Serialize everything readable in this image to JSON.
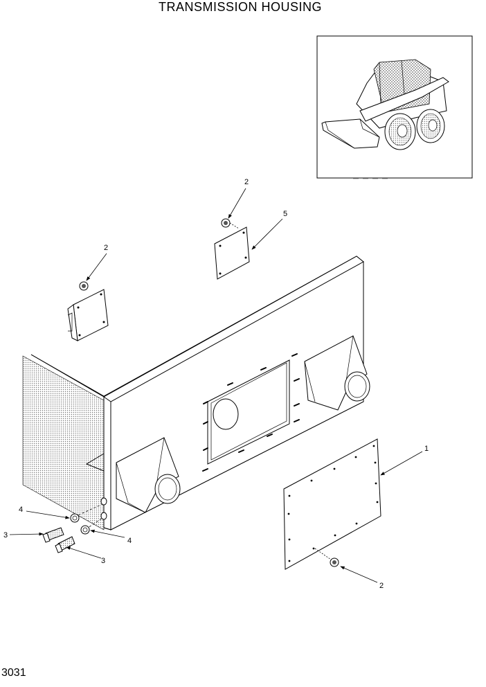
{
  "title": "TRANSMISSION HOUSING",
  "page_code": "3031",
  "callouts": {
    "c1": "1",
    "c2_top": "2",
    "c5": "5",
    "c2_left": "2",
    "c4_left": "4",
    "c3_left": "3",
    "c4_right": "4",
    "c3_bottom": "3",
    "c2_bottom": "2"
  }
}
